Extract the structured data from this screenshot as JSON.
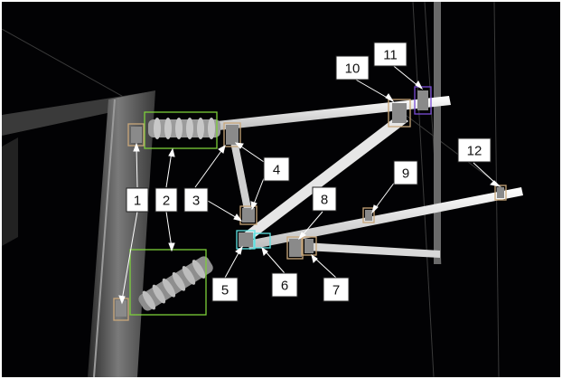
{
  "figure": {
    "colors": {
      "background": "#020204",
      "label_box_fill": "#ffffff",
      "label_box_stroke": "#222222",
      "leader_line": "#ffffff",
      "box_insulator": "#7ccf3a",
      "box_clamp": "#5fe3e3",
      "box_top_fitting": "#7a4cd6",
      "box_small": "#c9a77a"
    },
    "labels": [
      {
        "id": "1",
        "text": "1"
      },
      {
        "id": "2",
        "text": "2"
      },
      {
        "id": "3",
        "text": "3"
      },
      {
        "id": "4",
        "text": "4"
      },
      {
        "id": "5",
        "text": "5"
      },
      {
        "id": "6",
        "text": "6"
      },
      {
        "id": "7",
        "text": "7"
      },
      {
        "id": "8",
        "text": "8"
      },
      {
        "id": "9",
        "text": "9"
      },
      {
        "id": "10",
        "text": "10"
      },
      {
        "id": "11",
        "text": "11"
      },
      {
        "id": "12",
        "text": "12"
      }
    ]
  }
}
